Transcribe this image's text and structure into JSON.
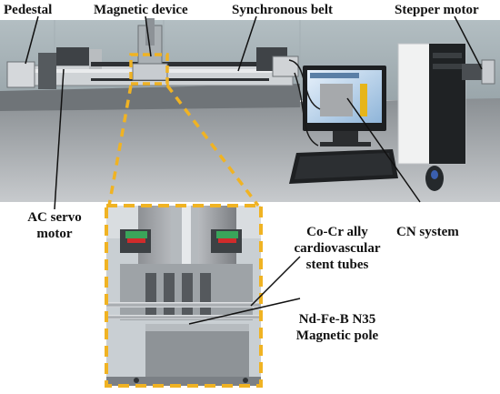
{
  "labels": {
    "pedestal": "Pedestal",
    "magnetic_device": "Magnetic device",
    "synchronous_belt": "Synchronous belt",
    "stepper_motor": "Stepper motor",
    "ac_servo_line1": "AC servo",
    "ac_servo_line2": "motor",
    "cn_system": "CN system",
    "stent_line1": "Co-Cr ally",
    "stent_line2": "cardiovascular",
    "stent_line3": "stent tubes",
    "pole_line1": "Nd-Fe-B N35",
    "pole_line2": "Magnetic pole"
  },
  "colors": {
    "highlight_dash": "#f0b323",
    "leader_line": "#111111",
    "label_text": "#111111"
  }
}
